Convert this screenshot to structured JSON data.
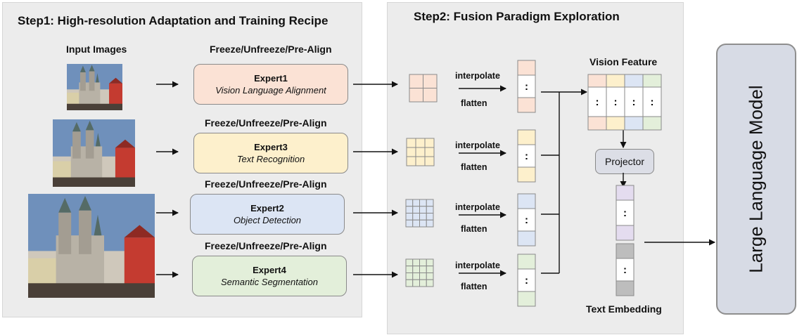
{
  "step1": {
    "title": "Step1: High-resolution Adaptation and Training Recipe",
    "input_images_label": "Input Images",
    "freeze_label": "Freeze/Unfreeze/Pre-Align",
    "experts": [
      {
        "name": "Expert1",
        "task": "Vision Language Alignment",
        "color": "#fbe2d5"
      },
      {
        "name": "Expert3",
        "task": "Text Recognition",
        "color": "#fdf0cc"
      },
      {
        "name": "Expert2",
        "task": "Object Detection",
        "color": "#dce5f4"
      },
      {
        "name": "Expert4",
        "task": "Semantic Segmentation",
        "color": "#e3efda"
      }
    ]
  },
  "step2": {
    "title": "Step2: Fusion Paradigm Exploration",
    "interpolate_label": "interpolate",
    "flatten_label": "flatten",
    "vision_feature_label": "Vision Feature",
    "projector_label": "Projector",
    "text_embedding_label": "Text Embedding",
    "ellipsis": ":"
  },
  "llm_label": "Large Language Model",
  "colors": {
    "panel": "#ececec",
    "orange": "#fbe2d5",
    "yellow": "#fdf0cc",
    "blue": "#dce5f4",
    "green": "#e3efda",
    "purple": "#e4dcef",
    "gray": "#bdbdbd",
    "llm": "#d7dbe5"
  },
  "grids": [
    2,
    3,
    4,
    4
  ]
}
